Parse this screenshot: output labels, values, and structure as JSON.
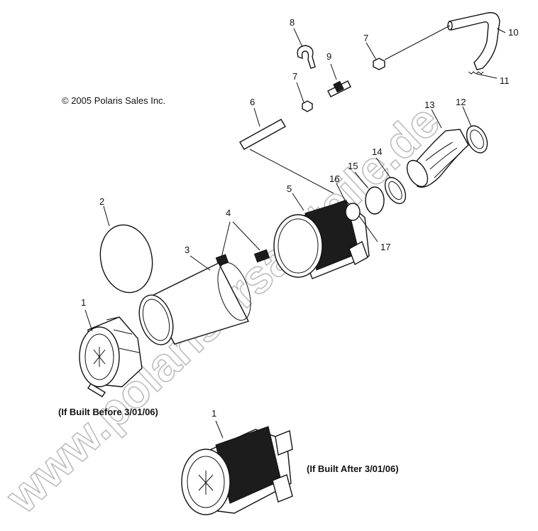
{
  "copyright": "© 2005 Polaris Sales Inc.",
  "watermark": "www.polarisersatzteile.de",
  "callouts": {
    "c1_top": "1",
    "c2": "2",
    "c3": "3",
    "c4": "4",
    "c5": "5",
    "c6": "6",
    "c7_a": "7",
    "c7_b": "7",
    "c8": "8",
    "c9": "9",
    "c10": "10",
    "c11": "11",
    "c12": "12",
    "c13": "13",
    "c14": "14",
    "c15": "15",
    "c16": "16",
    "c17": "17",
    "c1_bottom": "1"
  },
  "notes": {
    "before": "(If Built Before 3/01/06)",
    "after": "(If Built After 3/01/06)"
  }
}
